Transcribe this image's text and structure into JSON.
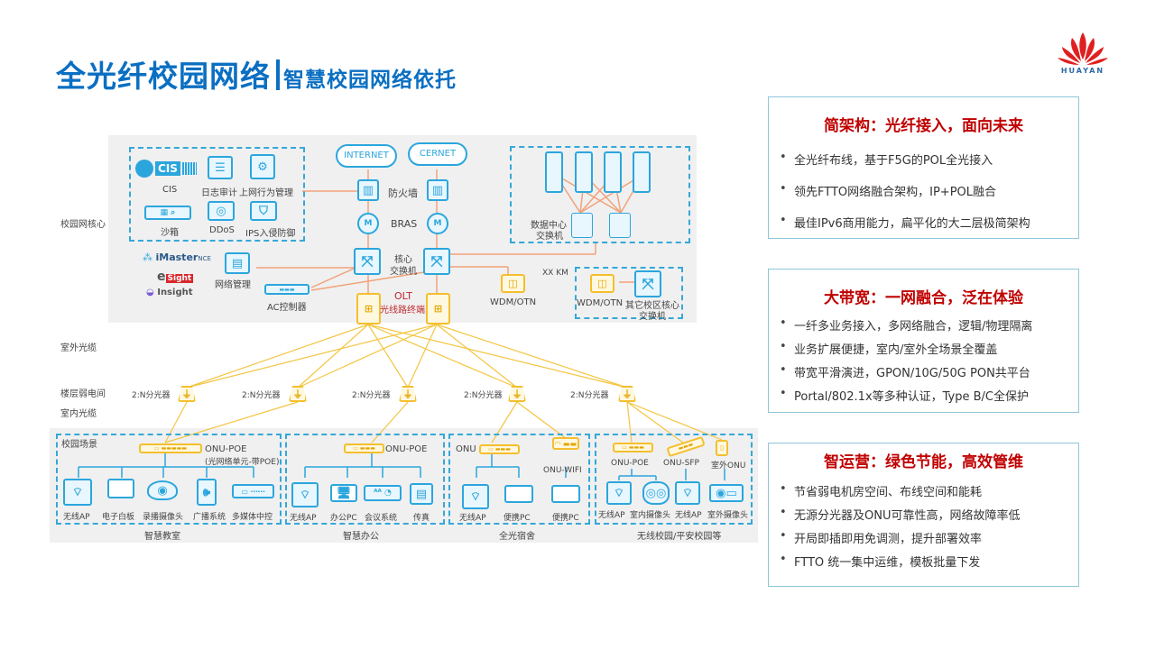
{
  "header": {
    "title": "全光纤校园网络",
    "subtitle": "智慧校园网络依托",
    "logo_text": "HUAYAN"
  },
  "side_labels": {
    "core": "校园网核心",
    "outdoor_cable": "室外光缆",
    "floor_room": "楼层弱电间",
    "indoor_cable": "室内光缆"
  },
  "security": {
    "items": [
      {
        "icon": "cis-icon",
        "label": "CIS",
        "badge": "CIS"
      },
      {
        "icon": "log-audit-icon",
        "label": "日志审计"
      },
      {
        "icon": "behavior-mgmt-icon",
        "label": "上网行为管理"
      },
      {
        "icon": "sandbox-icon",
        "label": "沙箱"
      },
      {
        "icon": "ddos-icon",
        "label": "DDoS"
      },
      {
        "icon": "ips-icon",
        "label": "IPS入侵防御"
      }
    ]
  },
  "management": {
    "brands": [
      "iMaster",
      "NCE",
      "e",
      "Sight",
      "Insight"
    ],
    "network_mgmt": "网络管理",
    "ac_controller": "AC控制器"
  },
  "core": {
    "clouds": [
      "INTERNET",
      "CERNET"
    ],
    "firewall": "防火墙",
    "bras": "BRAS",
    "bras_mark": "M",
    "core_switch": [
      "核心",
      "交换机"
    ],
    "olt": "OLT",
    "olt_desc": "光线路终端",
    "dc_switch": [
      "数据中心",
      "交换机"
    ],
    "wdm_left": "WDM/OTN",
    "wdm_right": "WDM/OTN",
    "distance": "XX KM",
    "other_campus": [
      "其它校区核心",
      "交换机"
    ]
  },
  "splitters": {
    "label": "2:N分光器",
    "count": 5
  },
  "scenes": [
    {
      "title": "智慧教室",
      "corner_label": "校园场景",
      "onu": "ONU-POE",
      "onu_desc": "(光网络单元-带POE)",
      "devices": [
        "无线AP",
        "电子白板",
        "录播摄像头",
        "广播系统",
        "多媒体中控"
      ]
    },
    {
      "title": "智慧办公",
      "onu": "ONU-POE",
      "devices": [
        "无线AP",
        "办公PC",
        "会议系统",
        "传真"
      ]
    },
    {
      "title": "全光宿舍",
      "onu": "ONU",
      "onu_wifi": "ONU-WIFI",
      "devices": [
        "无线AP",
        "便携PC",
        "便携PC"
      ]
    },
    {
      "title": "无线校园/平安校园等",
      "onus": [
        "ONU-POE",
        "ONU-SFP",
        "室外ONU"
      ],
      "devices": [
        "无线AP",
        "室内摄像头",
        "无线AP",
        "室外摄像头"
      ]
    }
  ],
  "cards": [
    {
      "title": "简架构：光纤接入，面向未来",
      "bullets": [
        "全光纤布线，基于F5G的POL全光接入",
        "领先FTTO网络融合架构，IP+POL融合",
        "最佳IPv6商用能力，扁平化的大二层极简架构"
      ]
    },
    {
      "title": "大带宽：一网融合，泛在体验",
      "bullets": [
        "一纤多业务接入，多网络融合，逻辑/物理隔离",
        "业务扩展便捷，室内/室外全场景全覆盖",
        "带宽平滑演进，GPON/10G/50G PON共平台",
        "Portal/802.1x等多种认证，Type B/C全保护"
      ]
    },
    {
      "title": "智运营：绿色节能，高效管维",
      "bullets": [
        "节省弱电机房空间、布线空间和能耗",
        "无源分光器及ONU可靠性高，网络故障率低",
        "开局即插即用免调测，提升部署效率",
        "FTTO 统一集中运维，模板批量下发"
      ]
    }
  ],
  "colors": {
    "title_blue": "#0a6fc2",
    "card_title_red": "#c00000",
    "device_blue": "#2ba6dd",
    "fiber_yellow": "#f4bf2e",
    "link_orange": "#f2a27a",
    "logo_red": "#e02020"
  }
}
